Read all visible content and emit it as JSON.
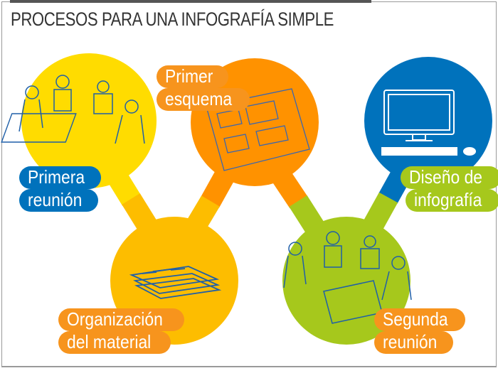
{
  "title": "PROCESOS PARA UNA INFOGRAFÍA SIMPLE",
  "steps": [
    {
      "label_line1": "Primera",
      "label_line2": "reunión",
      "icon": "meeting-illustration",
      "circle_color": "#FFDC00",
      "label_color": "#0072BC"
    },
    {
      "label_line1": "Organización",
      "label_line2": "del material",
      "icon": "papers-stack-illustration",
      "circle_color": "#FDBD00",
      "label_color": "#F7941D"
    },
    {
      "label_line1": "Primer",
      "label_line2": "esquema",
      "icon": "sketch-layout-illustration",
      "circle_color": "#FF9200",
      "label_color": "#F7941D"
    },
    {
      "label_line1": "Segunda",
      "label_line2": "reunión",
      "icon": "meeting-illustration",
      "circle_color": "#A6C81C",
      "label_color": "#F7941D"
    },
    {
      "label_line1": "Diseño de",
      "label_line2": "infografía",
      "icon": "computer-illustration",
      "circle_color": "#0072BC",
      "label_color": "#A6C81C"
    }
  ]
}
